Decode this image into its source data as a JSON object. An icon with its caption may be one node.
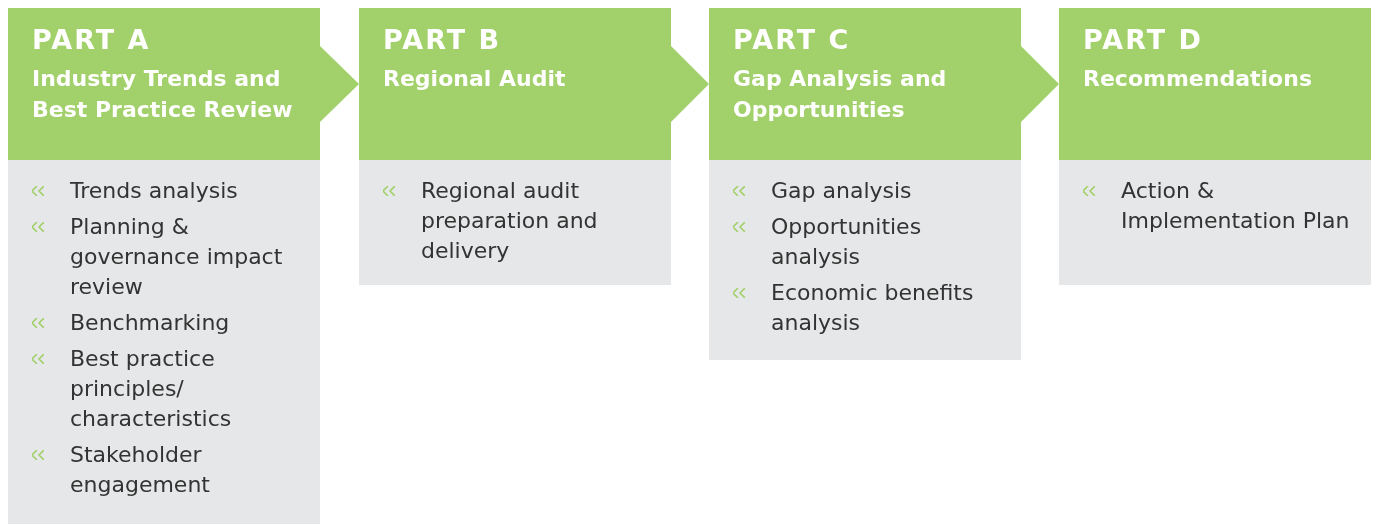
{
  "diagram": {
    "nodes": [
      {
        "text": [
          "PART A",
          "Industry Trends and Best Practice Review"
        ]
      },
      {
        "text": [
          "Trends analysis",
          "Planning & governance impact review",
          "Benchmarking",
          "Best practice principles/ characteristics",
          "Stakeholder engagement"
        ]
      },
      {
        "text": [
          "PART B",
          "Regional Audit"
        ]
      },
      {
        "text": [
          "Regional audit preparation and delivery"
        ]
      },
      {
        "text": [
          "PART C",
          "Gap Analysis and Opportunities"
        ]
      },
      {
        "text": [
          "Gap analysis",
          "Opportunities analysis",
          "Economic benefits analysis"
        ]
      },
      {
        "text": [
          "PART D",
          "Recommendations"
        ]
      },
      {
        "text": [
          "Action & Implementation Plan"
        ]
      }
    ],
    "edges": [
      {
        "from": 0,
        "to": 2,
        "arrow": "to"
      },
      {
        "from": 2,
        "to": 4,
        "arrow": "to"
      },
      {
        "from": 4,
        "to": 6,
        "arrow": "to"
      }
    ]
  }
}
